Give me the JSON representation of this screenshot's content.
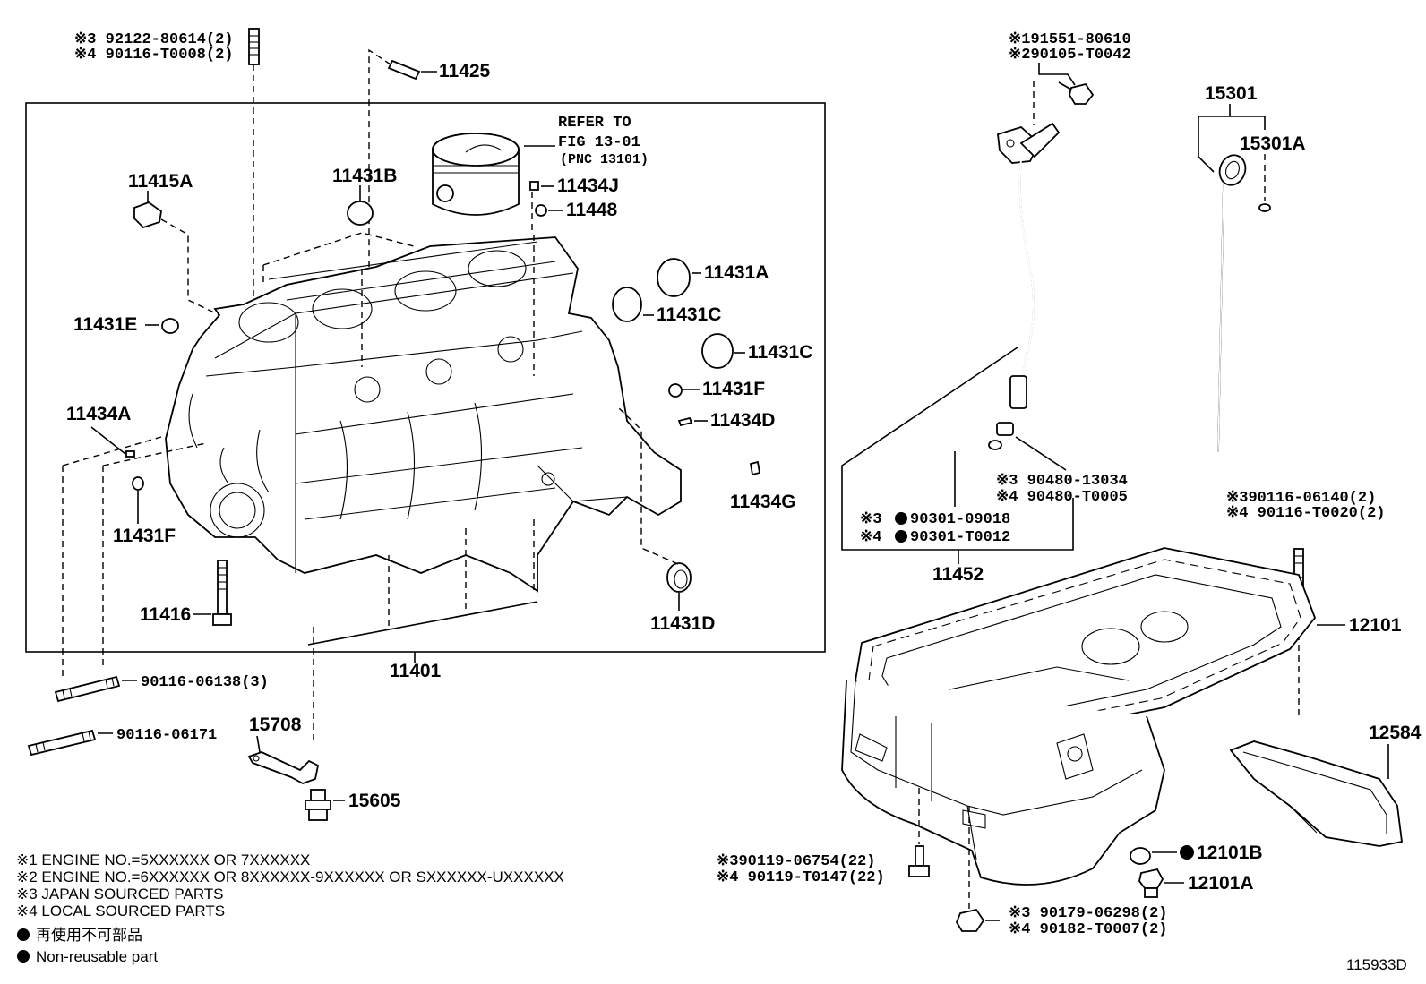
{
  "labels": {
    "p_92122": "※3 92122-80614(2)",
    "p_90116_t0008": "※4 90116-T0008(2)",
    "p_11425": "11425",
    "refer_to": "REFER TO",
    "fig": "FIG 13-01",
    "pnc": "(PNC 13101)",
    "p_11415a": "11415A",
    "p_11431b": "11431B",
    "p_11434j": "11434J",
    "p_11448": "11448",
    "p_11431a": "11431A",
    "p_11431c_1": "11431C",
    "p_11431c_2": "11431C",
    "p_11431e": "11431E",
    "p_11431f_r": "11431F",
    "p_11434d": "11434D",
    "p_11434a": "11434A",
    "p_11434g": "11434G",
    "p_11431f_l": "11431F",
    "p_11416": "11416",
    "p_11431d": "11431D",
    "p_11401": "11401",
    "p_90116_06138": "90116-06138(3)",
    "p_90116_06171": "90116-06171",
    "p_15708": "15708",
    "p_15605": "15605",
    "p_91551": "※191551-80610",
    "p_90105": "※290105-T0042",
    "p_15301": "15301",
    "p_15301a": "15301A",
    "p_90480_13034": "※3 90480-13034",
    "p_90480_t0005": "※4 90480-T0005",
    "p_90301_09018_pre": "※3",
    "p_90301_09018": "90301-09018",
    "p_90301_t0012_pre": "※4",
    "p_90301_t0012": "90301-T0012",
    "p_11452": "11452",
    "p_90116_06140": "※390116-06140(2)",
    "p_90116_t0020": "※4 90116-T0020(2)",
    "p_12101": "12101",
    "p_12584": "12584",
    "p_90119_06754": "※390119-06754(22)",
    "p_90119_t0147": "※4 90119-T0147(22)",
    "p_12101b": "12101B",
    "p_12101a": "12101A",
    "p_90179": "※3 90179-06298(2)",
    "p_90182": "※4 90182-T0007(2)",
    "diagram_id": "115933D"
  },
  "notes": {
    "n1": "※1 ENGINE NO.=5XXXXXX OR 7XXXXXX",
    "n2": "※2 ENGINE NO.=6XXXXXX OR 8XXXXXX-9XXXXXX OR SXXXXXX-UXXXXXX",
    "n3": "※3 JAPAN SOURCED PARTS",
    "n4": "※4 LOCAL SOURCED PARTS",
    "legend_jp": "再使用不可部品",
    "legend_en": "Non-reusable part"
  }
}
